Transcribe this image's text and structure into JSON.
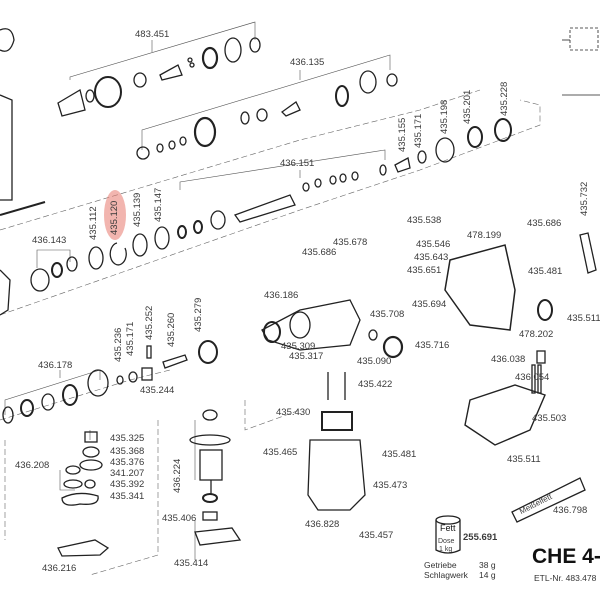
{
  "diagram_title": "CHE 4-",
  "etl_number": "ETL-Nr. 483.478",
  "highlighted_part": "435.120",
  "highlight_color": "#e8786e",
  "parts": {
    "p483451": "483.451",
    "p436135": "436.135",
    "p436151": "436.151",
    "p436143": "436.143",
    "p435112": "435.112",
    "p435120": "435.120",
    "p435139": "435.139",
    "p435147": "435.147",
    "p435155": "435.155",
    "p435171a": "435.171",
    "p435198": "435.198",
    "p435201": "435.201",
    "p435228": "435.228",
    "p435538": "435.538",
    "p435678": "435.678",
    "p435546": "435.546",
    "p435686a": "435.686",
    "p435643": "435.643",
    "p435651": "435.651",
    "p478199": "478.199",
    "p435686b": "435.686",
    "p435732": "435.732",
    "p435481a": "435.481",
    "p436186": "436.186",
    "p435694": "435.694",
    "p435511a": "435.511",
    "p435708": "435.708",
    "p478202": "478.202",
    "p435716": "435.716",
    "p435309": "435.309",
    "p435317": "435.317",
    "p435090": "435.090",
    "p436038": "436.038",
    "p436054": "436.054",
    "p435422": "435.422",
    "p435430": "435.430",
    "p435503": "435.503",
    "p436178": "436.178",
    "p435236": "435.236",
    "p435171b": "435.171",
    "p435252": "435.252",
    "p435260": "435.260",
    "p435279": "435.279",
    "p435244": "435.244",
    "p435325": "435.325",
    "p435368": "435.368",
    "p435376": "435.376",
    "p341207": "341.207",
    "p435392": "435.392",
    "p435341": "435.341",
    "p436208": "436.208",
    "p436216": "436.216",
    "p436224": "436.224",
    "p435406": "435.406",
    "p435414": "435.414",
    "p435465": "435.465",
    "p435481b": "435.481",
    "p435473": "435.473",
    "p435511b": "435.511",
    "p436828": "436.828",
    "p435457": "435.457",
    "p436798": "436.798",
    "p255691": "255.691"
  },
  "grease": {
    "can_label": "Fett",
    "can_sub1": "Dose",
    "can_sub2": "1 kg",
    "tube_label": "Meißelfett",
    "rows": [
      {
        "name": "Getriebe",
        "amount": "38 g"
      },
      {
        "name": "Schlagwerk",
        "amount": "14 g"
      }
    ]
  }
}
